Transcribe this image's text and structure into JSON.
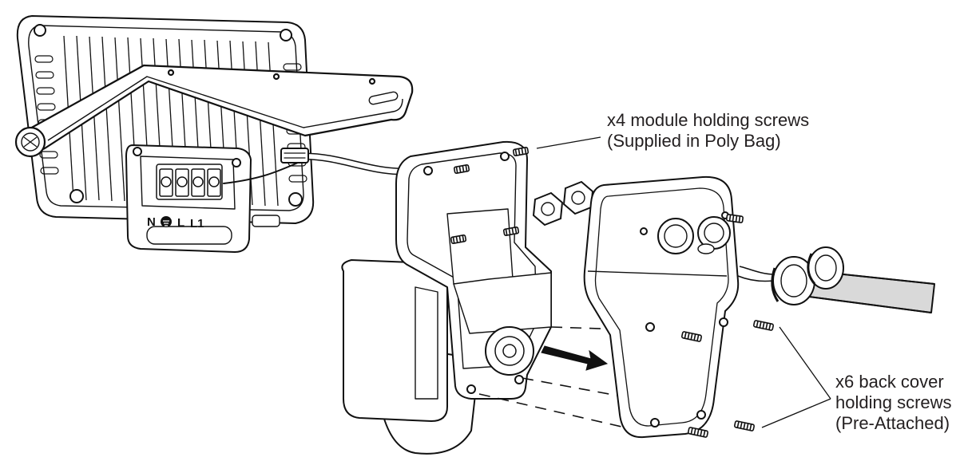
{
  "callouts": {
    "module_screws": {
      "line1": "x4 module holding screws",
      "line2": "(Supplied in Poly Bag)"
    },
    "back_cover_screws": {
      "line1": "x6 back cover",
      "line2": "holding screws",
      "line3": "(Pre-Attached)"
    }
  },
  "terminal_labels": {
    "n": "N",
    "l": "L",
    "l1": "L1"
  },
  "colors": {
    "ink": "#231f20",
    "background": "#ffffff"
  }
}
